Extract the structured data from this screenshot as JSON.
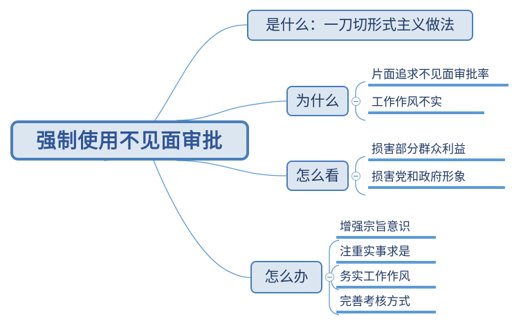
{
  "diagram": {
    "type": "mind-map",
    "background_color": "#ffffff",
    "accent_color": "#4a7ebb",
    "node_fill_color": "#dce6f1",
    "text_color": "#1f3864",
    "root_text_color": "#2f5596",
    "underline_color": "#5b9bd5",
    "root": {
      "label": "强制使用不见面审批"
    },
    "branches": [
      {
        "label": "是什么：一刀切形式主义做法",
        "has_toggle": false,
        "toggle_state": "",
        "children": []
      },
      {
        "label": "为什么",
        "has_toggle": true,
        "toggle_state": "collapse",
        "children": [
          {
            "label": "片面追求不见面审批率"
          },
          {
            "label": "工作作风不实"
          }
        ]
      },
      {
        "label": "怎么看",
        "has_toggle": true,
        "toggle_state": "collapse",
        "children": [
          {
            "label": "损害部分群众利益"
          },
          {
            "label": "损害党和政府形象"
          }
        ]
      },
      {
        "label": "怎么办",
        "has_toggle": true,
        "toggle_state": "collapse",
        "children": [
          {
            "label": "增强宗旨意识"
          },
          {
            "label": "注重实事求是"
          },
          {
            "label": "务实工作作风"
          },
          {
            "label": "完善考核方式"
          }
        ]
      }
    ]
  }
}
